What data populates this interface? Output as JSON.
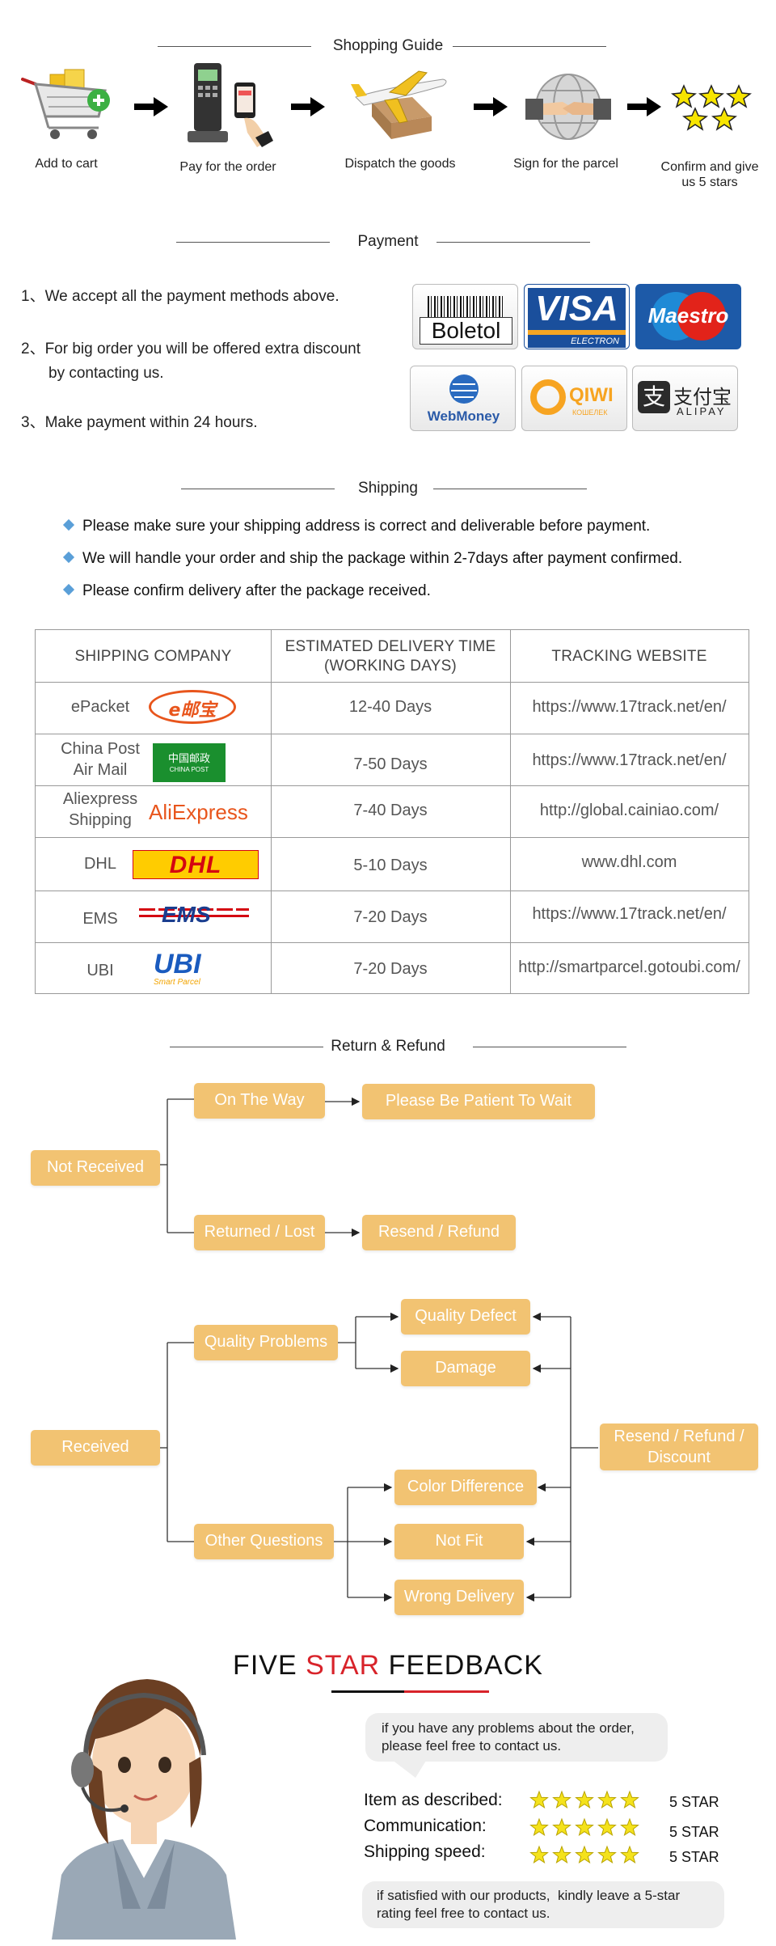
{
  "shopping_guide": {
    "title": "Shopping Guide",
    "steps": [
      {
        "label": "Add to cart",
        "icon": "shopping-cart-icon"
      },
      {
        "label": "Pay for the order",
        "icon": "payment-terminal-icon"
      },
      {
        "label": "Dispatch the goods",
        "icon": "airplane-parcel-icon"
      },
      {
        "label": "Sign for the parcel",
        "icon": "globe-handshake-icon"
      },
      {
        "label": "Confirm and give us 5 stars",
        "icon": "five-stars-icon"
      }
    ]
  },
  "payment": {
    "title": "Payment",
    "items": [
      "1、We accept all the payment methods above.",
      "2、For big order you will be offered extra discount",
      "by contacting us.",
      "3、Make payment within 24 hours."
    ],
    "logos": {
      "boletol": "Boletol",
      "visa": "VISA",
      "visa_sub": "ELECTRON",
      "maestro": "Maestro",
      "webmoney": "WebMoney",
      "qiwi": "QIWI",
      "qiwi_sub": "КОШЕЛЕК",
      "alipay": "支付宝",
      "alipay_sub": "ALIPAY"
    }
  },
  "shipping": {
    "title": "Shipping",
    "bullets": [
      "Please make sure your shipping address is correct and deliverable before payment.",
      "We will handle your order and ship the package within 2-7days after payment confirmed.",
      "Please confirm delivery after the package received."
    ],
    "table": {
      "headers": [
        "SHIPPING COMPANY",
        "ESTIMATED DELIVERY TIME",
        "(WORKING DAYS)",
        "TRACKING WEBSITE"
      ],
      "rows": [
        {
          "company": "ePacket",
          "logo": "e邮宝",
          "days": "12-40 Days",
          "site": "https://www.17track.net/en/"
        },
        {
          "company": "China Post",
          "company2": "Air Mail",
          "logo": "中国邮政",
          "logo_sub": "CHINA POST",
          "days": "7-50 Days",
          "site": "https://www.17track.net/en/"
        },
        {
          "company": "Aliexpress",
          "company2": "Shipping",
          "logo": "AliExpress",
          "days": "7-40 Days",
          "site": "http://global.cainiao.com/"
        },
        {
          "company": "DHL",
          "logo": "DHL",
          "days": "5-10 Days",
          "site": "www.dhl.com"
        },
        {
          "company": "EMS",
          "logo": "EMS",
          "days": "7-20 Days",
          "site": "https://www.17track.net/en/"
        },
        {
          "company": "UBI",
          "logo": "UBI",
          "logo_sub": "Smart Parcel",
          "days": "7-20 Days",
          "site": "http://smartparcel.gotoubi.com/"
        }
      ]
    }
  },
  "return_refund": {
    "title": "Return & Refund",
    "not_received": "Not Received",
    "on_the_way": "On The Way",
    "be_patient": "Please Be Patient To Wait",
    "returned_lost": "Returned / Lost",
    "resend_refund": "Resend / Refund",
    "received": "Received",
    "quality_problems": "Quality Problems",
    "quality_defect": "Quality Defect",
    "damage": "Damage",
    "other_questions": "Other Questions",
    "color_difference": "Color Difference",
    "not_fit": "Not Fit",
    "wrong_delivery": "Wrong Delivery",
    "resend_refund_discount_1": "Resend / Refund /",
    "resend_refund_discount_2": "Discount"
  },
  "feedback": {
    "title_1": "FIVE ",
    "title_2": "STAR",
    "title_3": " FEEDBACK",
    "bubble_1a": "if you have any problems about the order,",
    "bubble_1b": "please feel free to contact us.",
    "ratings": [
      {
        "label": "Item as described:",
        "stars": 5,
        "value": "5 STAR"
      },
      {
        "label": "Communication:",
        "stars": 5,
        "value": "5 STAR"
      },
      {
        "label": "Shipping speed:",
        "stars": 5,
        "value": "5 STAR"
      }
    ],
    "bubble_2a": "if satisfied with our products,",
    "bubble_2b": "kindly leave a 5-star",
    "bubble_2c": "rating feel free to contact us."
  },
  "colors": {
    "flow_box": "#f2c372",
    "accent_red": "#d8232a",
    "bullet_blue": "#5a9fd8"
  }
}
